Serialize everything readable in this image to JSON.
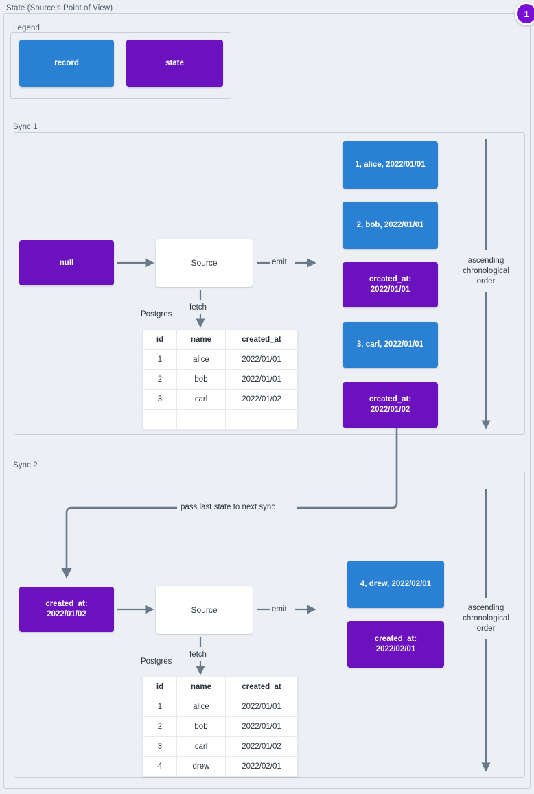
{
  "diagram": {
    "title": "State (Source's Point of View)",
    "badge": "1"
  },
  "legend": {
    "title": "Legend",
    "items": [
      {
        "label": "record",
        "color": "#2a80d2",
        "kind": "record"
      },
      {
        "label": "state",
        "color": "#6b11bd",
        "kind": "state"
      }
    ]
  },
  "sync1": {
    "title": "Sync 1",
    "input_state": "null",
    "source_label": "Source",
    "emit_label": "emit",
    "fetch_label": "fetch",
    "db_label": "Postgres",
    "order_label": "ascending chronological order",
    "table": {
      "columns": [
        "id",
        "name",
        "created_at"
      ],
      "rows": [
        [
          "1",
          "alice",
          "2022/01/01"
        ],
        [
          "2",
          "bob",
          "2022/01/01"
        ],
        [
          "3",
          "carl",
          "2022/01/02"
        ],
        [
          "",
          "",
          ""
        ]
      ]
    },
    "emitted": [
      {
        "kind": "record",
        "text": "1, alice, 2022/01/01"
      },
      {
        "kind": "record",
        "text": "2, bob, 2022/01/01"
      },
      {
        "kind": "state",
        "text": "created_at:\n2022/01/01"
      },
      {
        "kind": "record",
        "text": "3, carl, 2022/01/01"
      },
      {
        "kind": "state",
        "text": "created_at:\n2022/01/02"
      }
    ]
  },
  "sync2": {
    "title": "Sync 2",
    "input_state": "created_at:\n2022/01/02",
    "source_label": "Source",
    "emit_label": "emit",
    "fetch_label": "fetch",
    "db_label": "Postgres",
    "order_label": "ascending chronological order",
    "pass_label": "pass last state to next sync",
    "table": {
      "columns": [
        "id",
        "name",
        "created_at"
      ],
      "rows": [
        [
          "1",
          "alice",
          "2022/01/01"
        ],
        [
          "2",
          "bob",
          "2022/01/01"
        ],
        [
          "3",
          "carl",
          "2022/01/02"
        ],
        [
          "4",
          "drew",
          "2022/02/01"
        ]
      ]
    },
    "emitted": [
      {
        "kind": "record",
        "text": "4, drew, 2022/02/01"
      },
      {
        "kind": "state",
        "text": "created_at:\n2022/02/01"
      }
    ]
  },
  "colors": {
    "background": "#eceff4",
    "record": "#2a80d2",
    "state": "#6b11bd",
    "wire": "#68798a",
    "frame": "#c7d0da",
    "badge": "#7a0fd6"
  }
}
